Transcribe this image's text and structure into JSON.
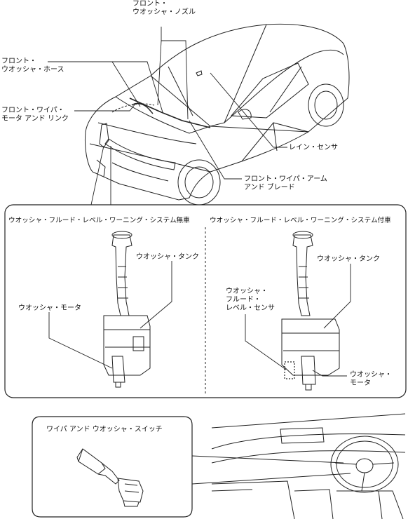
{
  "labels": {
    "front_washer_nozzle": "フロント・\nウオッシャ・ノズル",
    "front_washer_hose": "フロント・\nウオッシャ・ホース",
    "front_wiper_motor_link": "フロント・ワイパ・\nモータ アンド リンク",
    "rain_sensor": "レイン・センサ",
    "front_wiper_arm_blade": "フロント・ワイパ・アーム\nアンド ブレード",
    "panel_without_title": "ウオッシャ・フルード・レベル・ワーニング・システム無車",
    "panel_with_title": "ウオッシャ・フルード・レベル・ワーニング・システム付車",
    "washer_tank_left": "ウオッシャ・タンク",
    "washer_motor_left": "ウオッシャ・モータ",
    "washer_tank_right": "ウオッシャ・タンク",
    "fluid_level_sensor": "ウオッシャ・\nフルード・\nレベル・センサ",
    "washer_motor_right": "ウオッシャ・\nモータ",
    "wiper_washer_switch": "ワイパ アンド ウオッシャ・スイッチ"
  }
}
